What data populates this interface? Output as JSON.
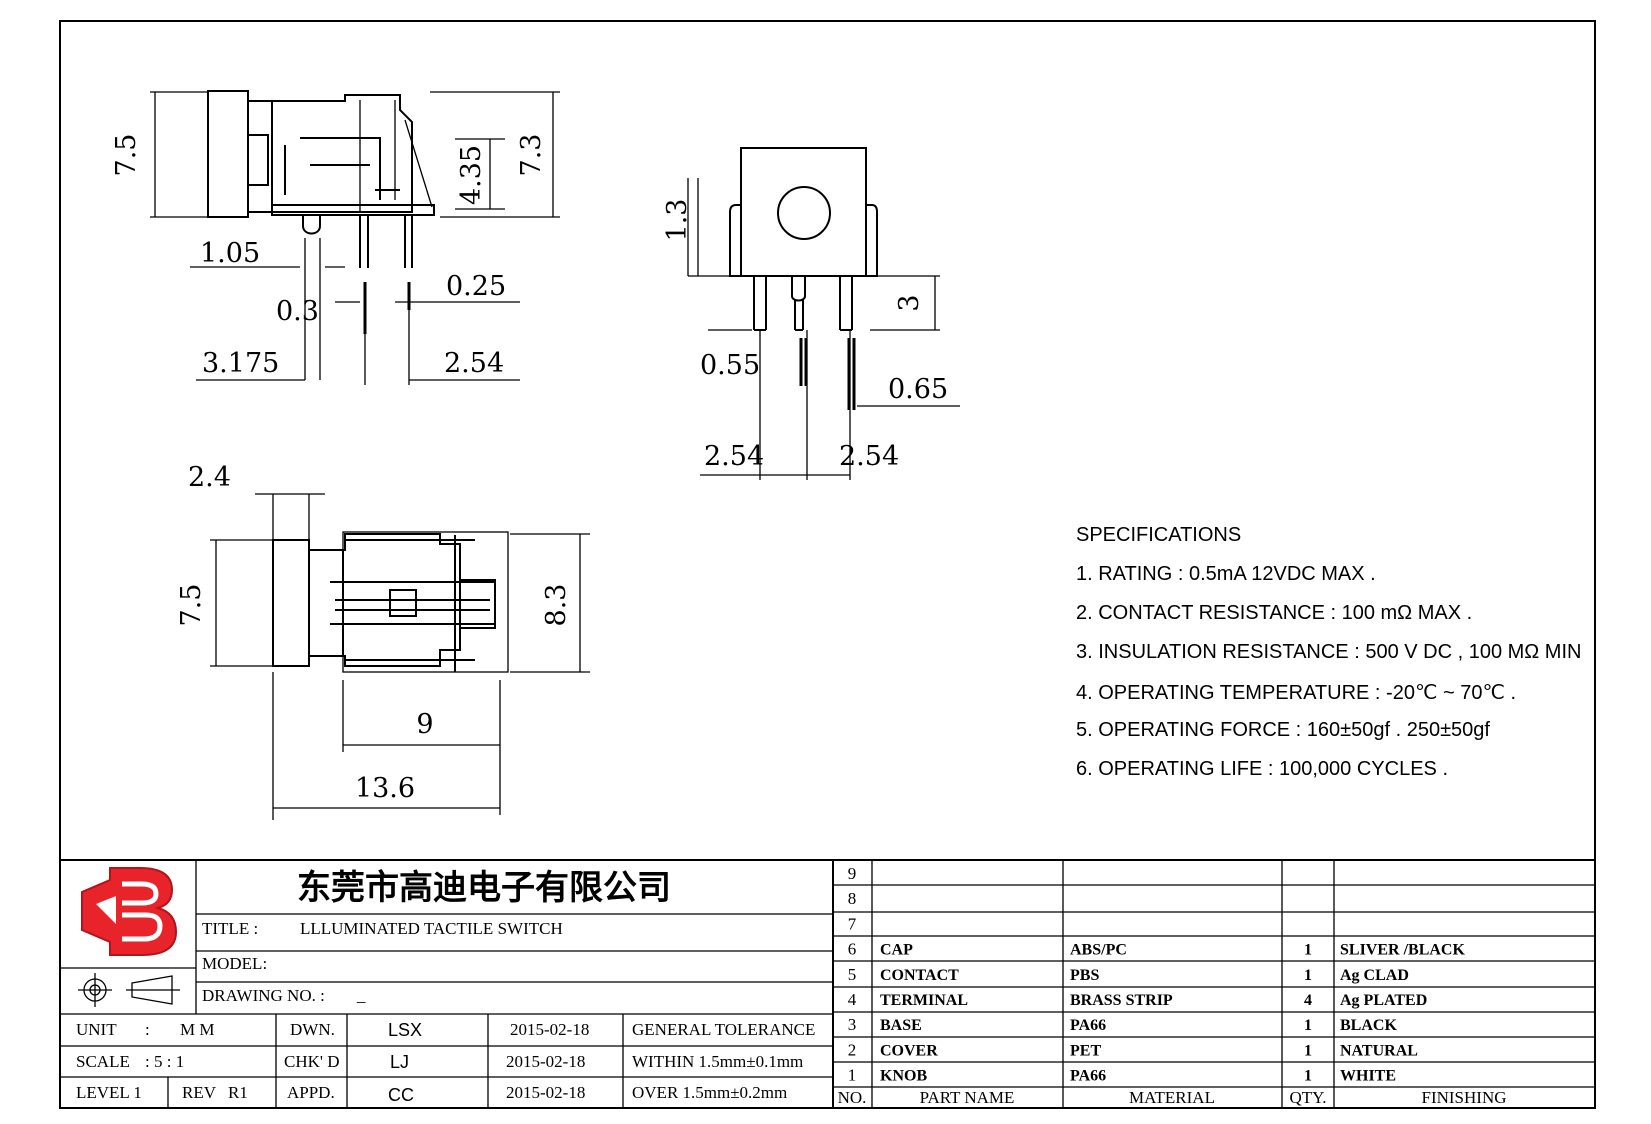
{
  "company": "东莞市高迪电子有限公司",
  "dimensions": {
    "side_view": [
      "7.5",
      "4.35",
      "7.3",
      "1.05",
      "0.25",
      "0.3",
      "3.175",
      "2.54"
    ],
    "front_view": [
      "1.3",
      "3",
      "0.55",
      "0.65",
      "2.54",
      "2.54"
    ],
    "top_view": [
      "2.4",
      "7.5",
      "8.3",
      "9",
      "13.6"
    ]
  },
  "specifications": {
    "heading": "SPECIFICATIONS",
    "items": [
      "1. RATING : 0.5mA 12VDC MAX .",
      "2. CONTACT RESISTANCE : 100 mΩ MAX .",
      "3. INSULATION RESISTANCE : 500 V DC , 100 MΩ MIN",
      "4. OPERATING TEMPERATURE : -20℃ ~ 70℃ .",
      "5. OPERATING FORCE : 160±50gf . 250±50gf",
      "6. OPERATING LIFE : 100,000 CYCLES ."
    ]
  },
  "title_block": {
    "title_label": "TITLE :",
    "title_value": "LLLUMINATED TACTILE SWITCH",
    "model_label": "MODEL:",
    "drawing_no_label": "DRAWING NO. :",
    "drawing_no_value": "_",
    "unit_label": "UNIT",
    "unit_sep": ":",
    "unit_value": "M M",
    "scale_label": "SCALE",
    "scale_value": ": 5 : 1",
    "level_label": "LEVEL 1",
    "rev_label": "REV",
    "rev_value": "R1",
    "dwn_label": "DWN.",
    "dwn_value": "LSX",
    "dwn_date": "2015-02-18",
    "chk_label": "CHK' D",
    "chk_value": "LJ",
    "chk_date": "2015-02-18",
    "appd_label": "APPD.",
    "appd_value": "CC",
    "appd_date": "2015-02-18",
    "tolerance_title": "GENERAL TOLERANCE",
    "tolerance_within": "WITHIN 1.5mm±0.1mm",
    "tolerance_over": "OVER  1.5mm±0.2mm"
  },
  "bom": {
    "headers": {
      "no": "NO.",
      "part": "PART  NAME",
      "material": "MATERIAL",
      "qty": "QTY.",
      "finishing": "FINISHING"
    },
    "empty_rows": [
      "9",
      "8",
      "7"
    ],
    "rows": [
      {
        "no": "6",
        "part": "CAP",
        "material": "ABS/PC",
        "qty": "1",
        "finishing": "SLIVER /BLACK"
      },
      {
        "no": "5",
        "part": "CONTACT",
        "material": "PBS",
        "qty": "1",
        "finishing": "Ag CLAD"
      },
      {
        "no": "4",
        "part": "TERMINAL",
        "material": "BRASS STRIP",
        "qty": "4",
        "finishing": "Ag PLATED"
      },
      {
        "no": "3",
        "part": "BASE",
        "material": "PA66",
        "qty": "1",
        "finishing": "BLACK"
      },
      {
        "no": "2",
        "part": "COVER",
        "material": "PET",
        "qty": "1",
        "finishing": "NATURAL"
      },
      {
        "no": "1",
        "part": "KNOB",
        "material": "PA66",
        "qty": "1",
        "finishing": "WHITE"
      }
    ]
  },
  "colors": {
    "logo": "#e8232a",
    "line": "#000000",
    "background": "#ffffff"
  },
  "icons": [
    "logo-icon",
    "projection-symbol-icon"
  ]
}
